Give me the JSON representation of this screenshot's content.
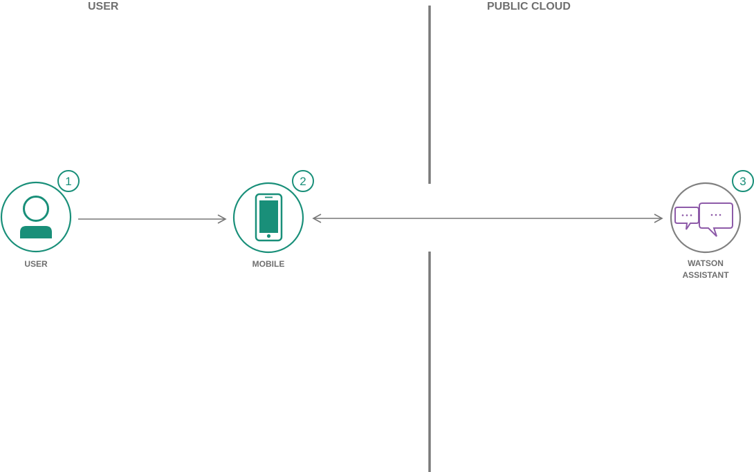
{
  "sections": {
    "user_title": "USER",
    "cloud_title": "PUBLIC CLOUD"
  },
  "nodes": {
    "user": {
      "step": "1",
      "label": "USER",
      "icon": "user-icon"
    },
    "mobile": {
      "step": "2",
      "label": "MOBILE",
      "icon": "mobile-phone-icon"
    },
    "watson": {
      "step": "3",
      "label_line1": "WATSON",
      "label_line2": "ASSISTANT",
      "icon": "chat-bubbles-icon"
    }
  },
  "colors": {
    "accent_green": "#198f79",
    "accent_purple": "#8d5aa8",
    "neutral_gray": "#808080",
    "text_gray": "#6f6f6f",
    "divider_gray": "#7a7a7a"
  }
}
